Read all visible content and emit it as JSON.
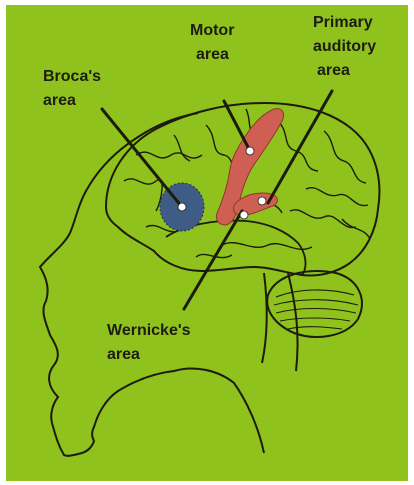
{
  "colors": {
    "background": "#8fc21c",
    "outline": "#1c1c0c",
    "motor_area": "#cf5f52",
    "broca_area": "#3f5c86",
    "marker": "#ffffff"
  },
  "labels": {
    "broca": [
      "Broca's",
      "area"
    ],
    "motor": [
      "Motor",
      "area"
    ],
    "auditory": [
      "Primary",
      "auditory",
      "area"
    ],
    "wernicke": [
      "Wernicke's",
      "area"
    ]
  }
}
